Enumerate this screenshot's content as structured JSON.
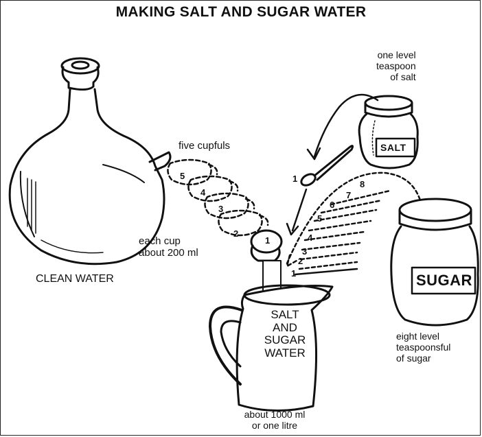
{
  "title": "MAKING SALT AND SUGAR WATER",
  "labels": {
    "clean_water": "CLEAN WATER",
    "five_cupfuls": "five cupfuls",
    "each_cup_line1": "each cup",
    "each_cup_line2": "about 200 ml",
    "salt_line1": "one level",
    "salt_line2": "teaspoon",
    "salt_line3": "of salt",
    "sugar_line1": "eight level",
    "sugar_line2": "teaspoonsful",
    "sugar_line3": "of sugar",
    "volume_line1": "about 1000 ml",
    "volume_line2": "or one litre",
    "jug_line1": "SALT",
    "jug_line2": "AND",
    "jug_line3": "SUGAR",
    "jug_line4": "WATER",
    "salt_jar": "SALT",
    "sugar_jar": "SUGAR"
  },
  "cup_numbers": [
    "5",
    "4",
    "3",
    "2",
    "1"
  ],
  "spoon_salt_number": "1",
  "sugar_spoon_numbers": [
    "1",
    "2",
    "3",
    "4",
    "5",
    "6",
    "7",
    "8"
  ]
}
